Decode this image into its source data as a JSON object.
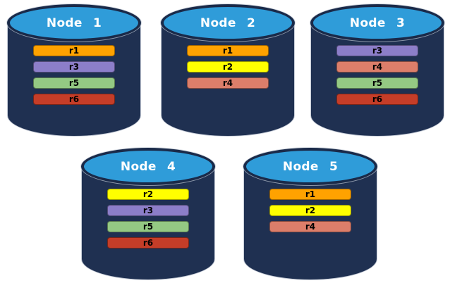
{
  "colors": {
    "cylinder_body": "#1F3051",
    "cylinder_outline": "#C7CDD8",
    "cylinder_top": "#2F9CD9",
    "cylinder_top_border": "#1A2A49",
    "title_text": "#FFFFFF",
    "bar_text": "#000000",
    "replicas": {
      "r1": "#FFA200",
      "r2": "#FFFF00",
      "r3": "#8C7EC9",
      "r4": "#DC7E6A",
      "r5": "#94C983",
      "r6": "#C53D28"
    }
  },
  "nodes": [
    {
      "label": "Node 1",
      "replicas": [
        "r1",
        "r3",
        "r5",
        "r6"
      ]
    },
    {
      "label": "Node 2",
      "replicas": [
        "r1",
        "r2",
        "r4"
      ]
    },
    {
      "label": "Node 3",
      "replicas": [
        "r3",
        "r4",
        "r5",
        "r6"
      ]
    },
    {
      "label": "Node 4",
      "replicas": [
        "r2",
        "r3",
        "r5",
        "r6"
      ]
    },
    {
      "label": "Node 5",
      "replicas": [
        "r1",
        "r2",
        "r4"
      ]
    }
  ]
}
